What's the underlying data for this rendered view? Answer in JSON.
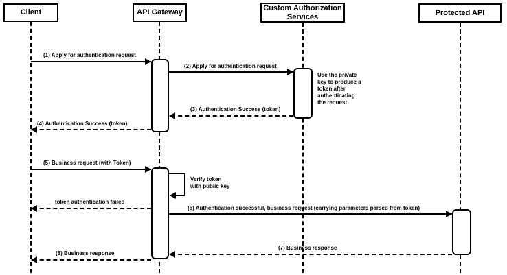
{
  "diagram": {
    "type": "sequence-diagram",
    "participants": [
      {
        "id": "client",
        "label": "Client"
      },
      {
        "id": "api-gateway",
        "label": "API Gateway"
      },
      {
        "id": "custom-authorization-services",
        "label": "Custom Authorization\nServices"
      },
      {
        "id": "protected-api",
        "label": "Protected API"
      }
    ],
    "messages": [
      {
        "label": "(1) Apply for authentication request",
        "from": "Client",
        "to": "API Gateway",
        "line": "solid"
      },
      {
        "label": "(2) Apply for authentication request",
        "from": "API Gateway",
        "to": "Custom Authorization Services",
        "line": "solid"
      },
      {
        "label": "(3) Authentication Success (token)",
        "from": "Custom Authorization Services",
        "to": "API Gateway",
        "line": "dashed"
      },
      {
        "label": "(4) Authentication Success (token)",
        "from": "API Gateway",
        "to": "Client",
        "line": "dashed"
      },
      {
        "label": "(5) Business request (with Token)",
        "from": "Client",
        "to": "API Gateway",
        "line": "solid"
      },
      {
        "label": "Verify token\nwith public key",
        "from": "API Gateway",
        "to": "API Gateway",
        "line": "solid"
      },
      {
        "label": "token authentication failed",
        "from": "API Gateway",
        "to": "Client",
        "line": "dashed"
      },
      {
        "label": "(6) Authentication successful, business request (carrying parameters parsed from token)",
        "from": "API Gateway",
        "to": "Protected API",
        "line": "solid"
      },
      {
        "label": "(7) Business response",
        "from": "Protected API",
        "to": "API Gateway",
        "line": "dashed"
      },
      {
        "label": "(8) Business response",
        "from": "API Gateway",
        "to": "Client",
        "line": "dashed"
      }
    ],
    "note": {
      "label": "Use the private\nkey to produce a\ntoken after\nauthenticating\nthe request"
    },
    "colors": {
      "line": "#000000",
      "fill": "#ffffff",
      "text": "#000000"
    }
  }
}
